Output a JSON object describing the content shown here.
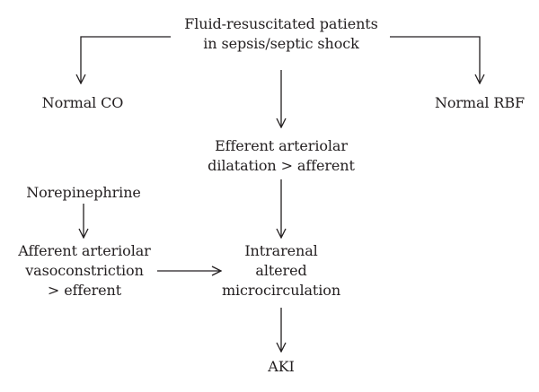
{
  "nodes": {
    "fluid": {
      "line1": "Fluid-resuscitated patients",
      "line2": "in sepsis/septic shock"
    },
    "normal_co": "Normal CO",
    "normal_rbf": "Normal RBF",
    "efferent": {
      "line1": "Efferent arteriolar",
      "line2": "dilatation > afferent"
    },
    "norepinephrine": "Norepinephrine",
    "afferent": {
      "line1": "Afferent arteriolar",
      "line2": "vasoconstriction",
      "line3": "> efferent"
    },
    "intrarenal": {
      "line1": "Intrarenal",
      "line2": "altered",
      "line3": "microcirculation"
    },
    "aki": "AKI"
  },
  "colors": {
    "text": "#231f20",
    "stroke": "#231f20",
    "background": "#ffffff"
  }
}
